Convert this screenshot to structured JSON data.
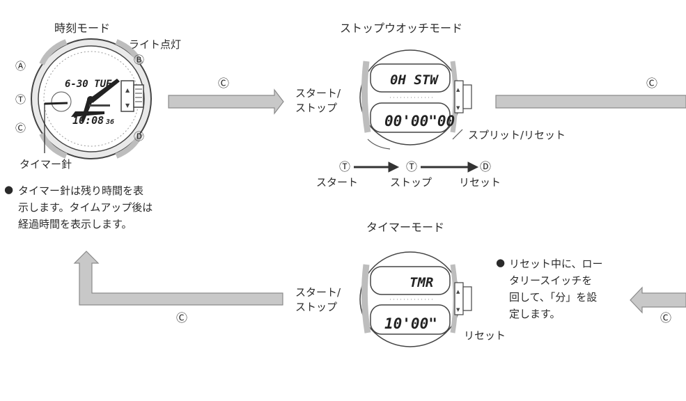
{
  "time_mode": {
    "title": "時刻モード",
    "light_label": "ライト点灯",
    "button_a": "Ⓐ",
    "button_b": "Ⓑ",
    "button_t": "Ⓣ",
    "button_c": "Ⓒ",
    "button_d": "Ⓓ",
    "display_top": "6-30 TUE",
    "display_bottom": "10:08",
    "display_seconds": "36",
    "timer_hand_label": "タイマー針",
    "note_bullet": "●",
    "note": "タイマー針は残り時間を表\n示します。タイムアップ後は\n経過時間を表示します。"
  },
  "stopwatch_mode": {
    "title": "ストップウオッチモード",
    "start_stop_label": "スタート/\nストップ",
    "split_reset_label": "スプリット/リセット",
    "display_top": "0H STW",
    "display_bottom": "00'00\"00",
    "sequence": [
      {
        "key": "Ⓣ",
        "label": "スタート"
      },
      {
        "key": "Ⓣ",
        "label": "ストップ"
      },
      {
        "key": "Ⓓ",
        "label": "リセット"
      }
    ]
  },
  "timer_mode": {
    "title": "タイマーモード",
    "start_stop_label": "スタート/\nストップ",
    "reset_label": "リセット",
    "display_top": "TMR",
    "display_bottom": "10'00\"",
    "note_bullet": "●",
    "note": "リセット中に、ロー\nタリースイッチを\n回して、「分」を設\n定します。"
  },
  "transitions": {
    "top_middle": "Ⓒ",
    "top_right": "Ⓒ",
    "bottom_left": "Ⓒ",
    "bottom_right": "Ⓒ"
  },
  "colors": {
    "arrow_fill": "#c8c8c8",
    "arrow_stroke": "#8a8a8a",
    "bezel": "#bdbdbd",
    "dark": "#2a2a2a"
  }
}
